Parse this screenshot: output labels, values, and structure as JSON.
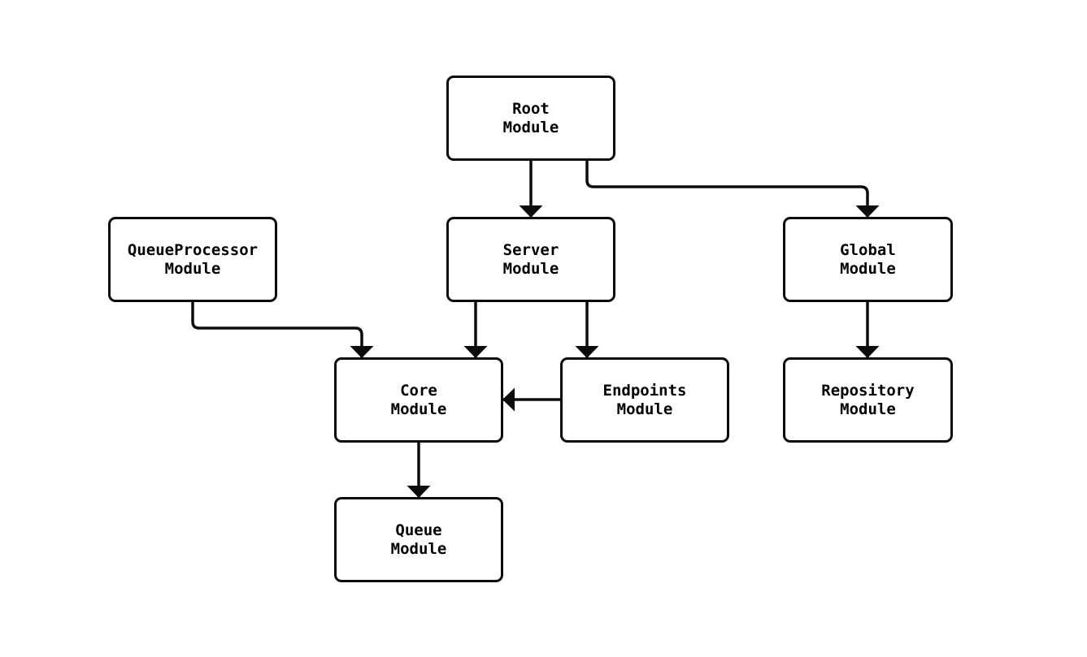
{
  "diagram": {
    "background_color": "#ffffff",
    "stroke_color": "#0b0b0b",
    "node_fill_color": "#ffffff",
    "text_color": "#000000",
    "nodes": [
      {
        "id": "root",
        "label": [
          "Root",
          "Module"
        ]
      },
      {
        "id": "queueprocessor",
        "label": [
          "QueueProcessor",
          "Module"
        ]
      },
      {
        "id": "server",
        "label": [
          "Server",
          "Module"
        ]
      },
      {
        "id": "global",
        "label": [
          "Global",
          "Module"
        ]
      },
      {
        "id": "core",
        "label": [
          "Core",
          "Module"
        ]
      },
      {
        "id": "endpoints",
        "label": [
          "Endpoints",
          "Module"
        ]
      },
      {
        "id": "repository",
        "label": [
          "Repository",
          "Module"
        ]
      },
      {
        "id": "queue",
        "label": [
          "Queue",
          "Module"
        ]
      }
    ],
    "edges": [
      {
        "from": "root",
        "to": "server"
      },
      {
        "from": "root",
        "to": "global"
      },
      {
        "from": "queueprocessor",
        "to": "core"
      },
      {
        "from": "server",
        "to": "core"
      },
      {
        "from": "server",
        "to": "endpoints"
      },
      {
        "from": "endpoints",
        "to": "core"
      },
      {
        "from": "global",
        "to": "repository"
      },
      {
        "from": "core",
        "to": "queue"
      }
    ]
  }
}
